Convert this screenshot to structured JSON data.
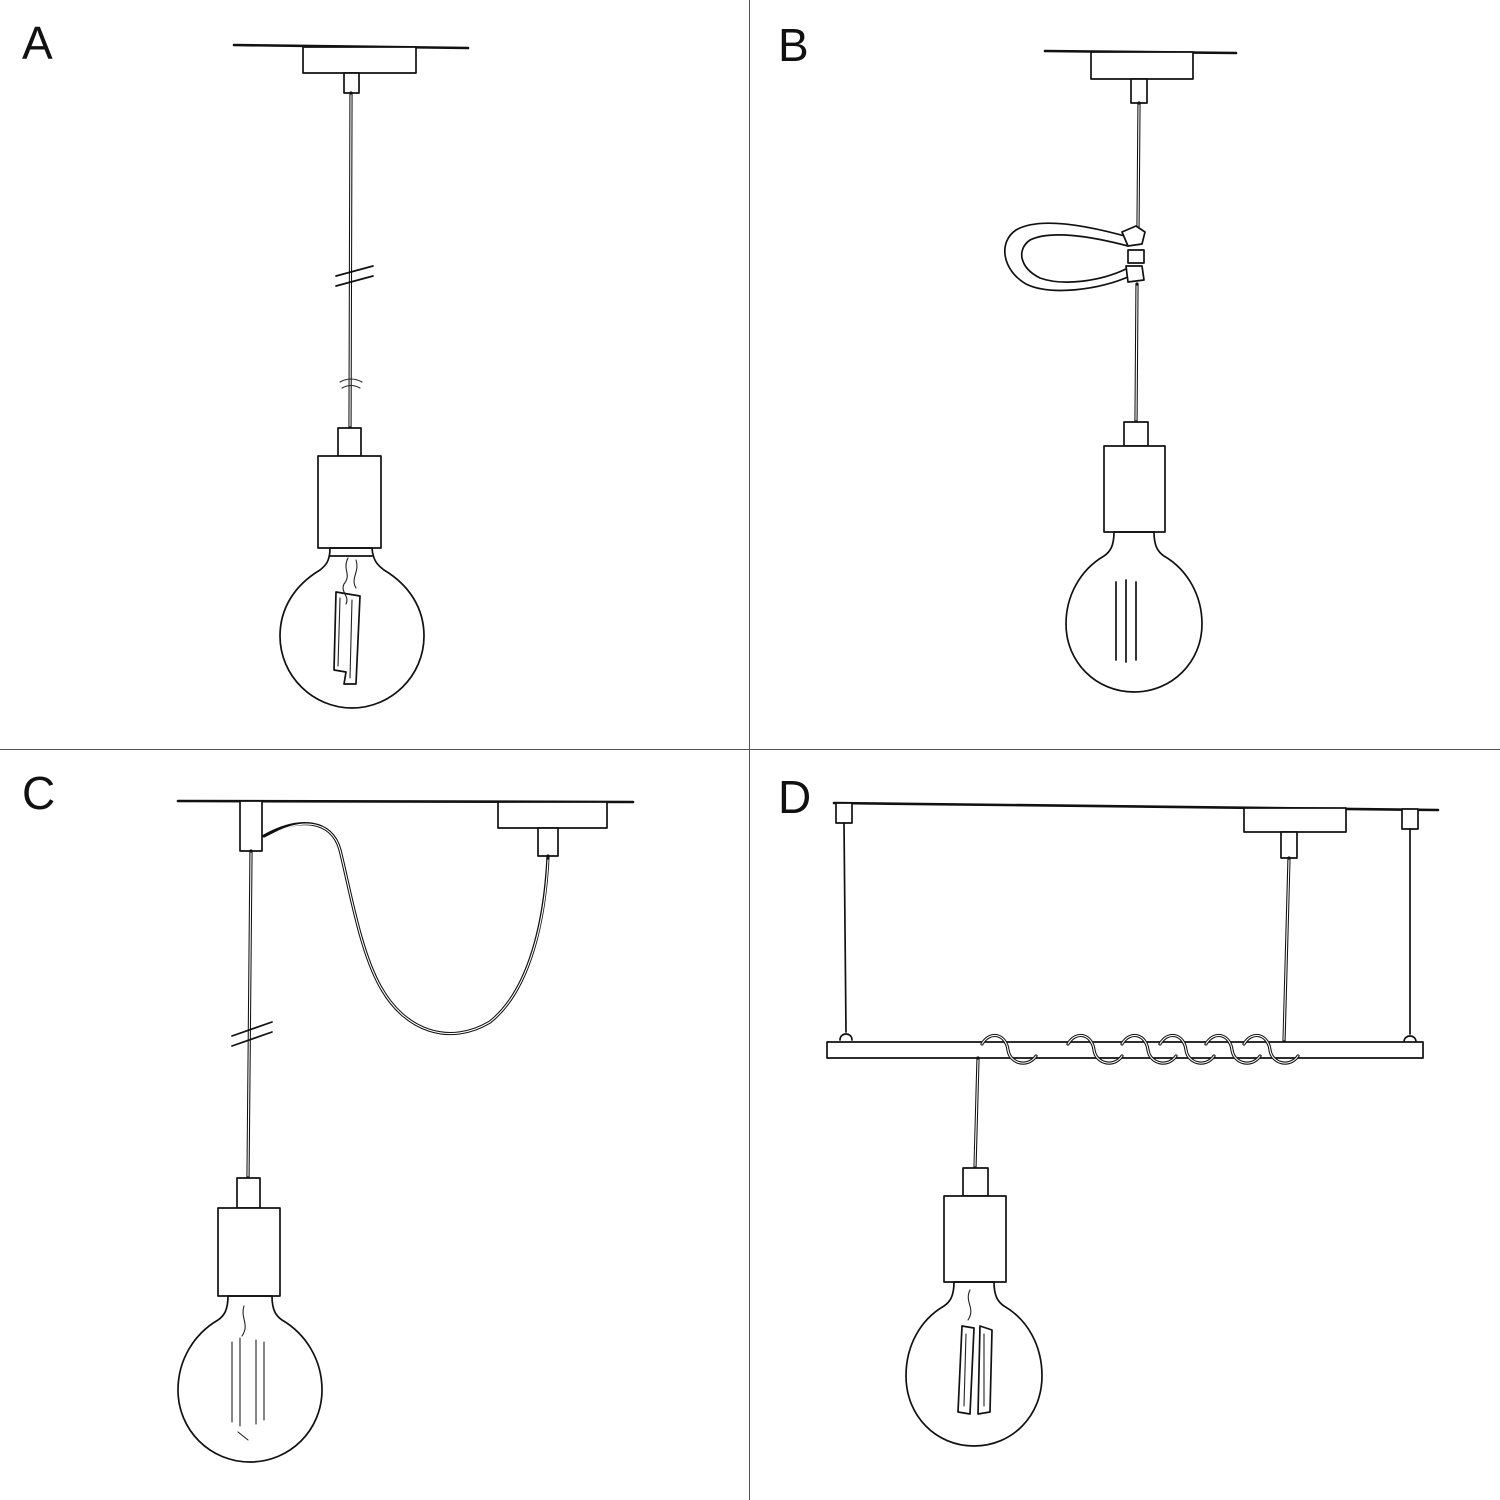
{
  "panels": [
    {
      "id": "A",
      "label": "A"
    },
    {
      "id": "B",
      "label": "B"
    },
    {
      "id": "C",
      "label": "C"
    },
    {
      "id": "D",
      "label": "D"
    }
  ],
  "colors": {
    "line": "#111111",
    "background": "#ffffff",
    "divider": "#555555"
  }
}
